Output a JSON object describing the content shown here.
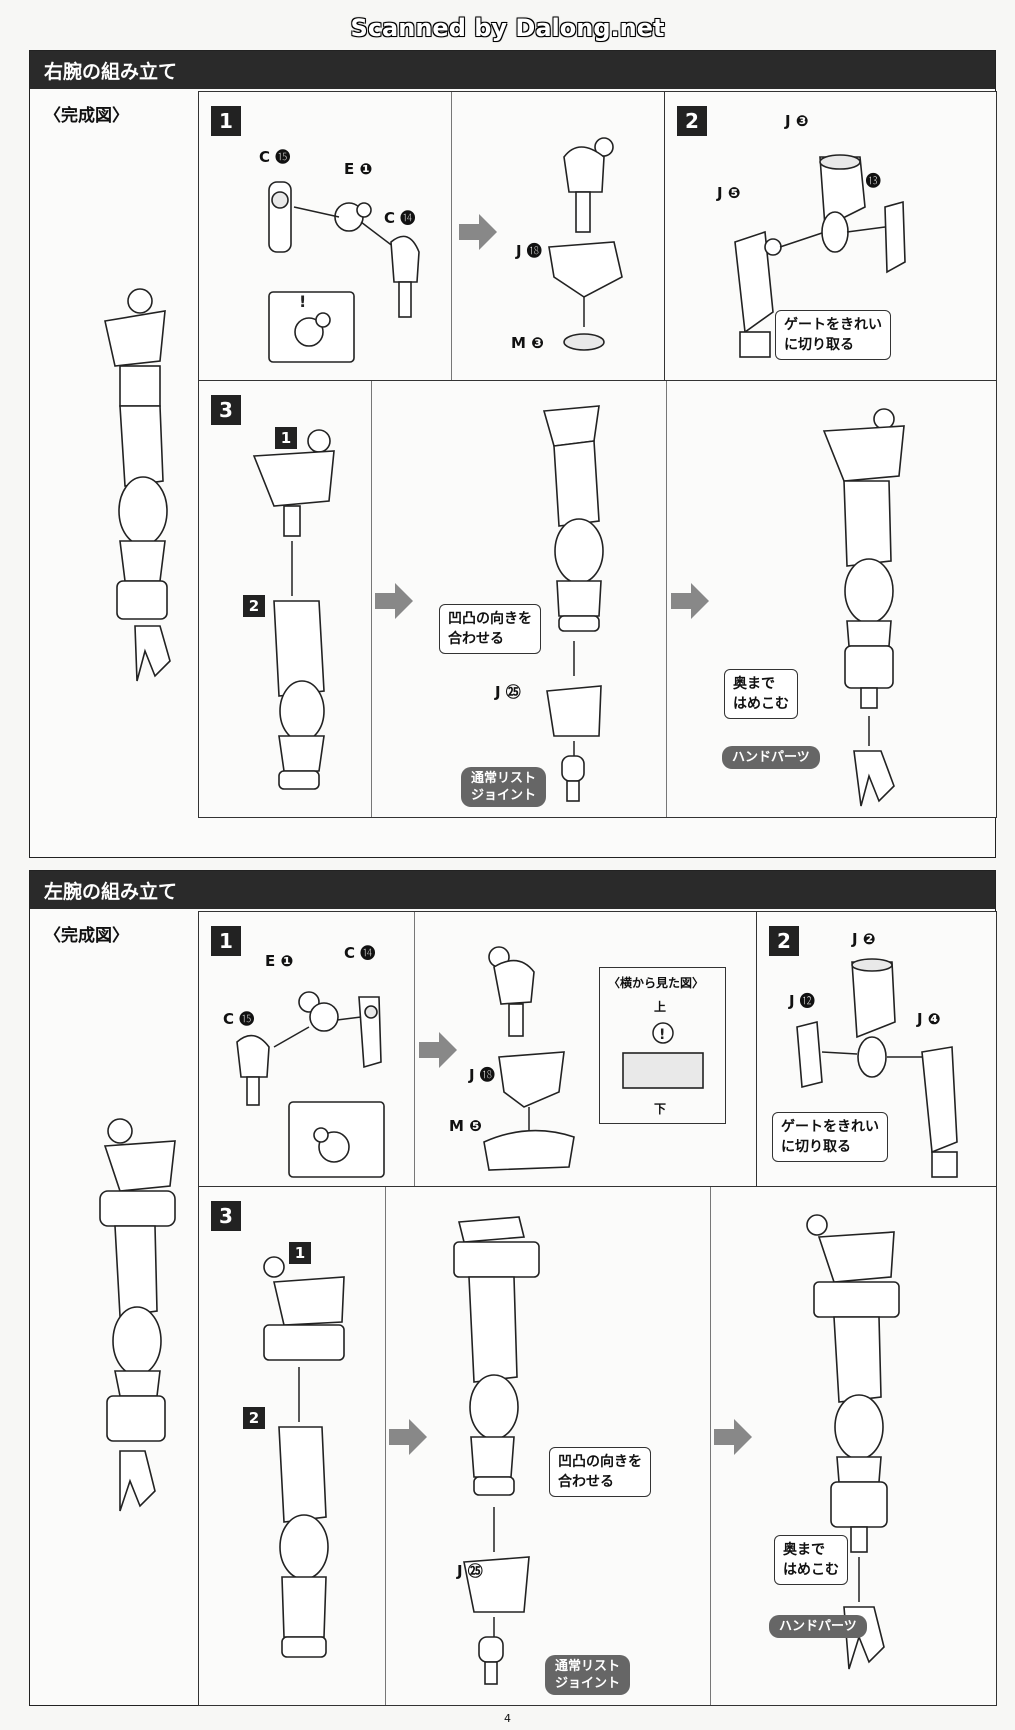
{
  "watermark": "Scanned by Dalong.net",
  "page_number": "4",
  "right_arm": {
    "title": "右腕の組み立て",
    "complete_label": "〈完成図〉",
    "step1": {
      "num": "1",
      "c15": "C ⓯",
      "e1": "E ❶",
      "c14": "C ⓮",
      "j18": "J ⓲",
      "m3": "M ❸"
    },
    "step2": {
      "num": "2",
      "j3": "J ❸",
      "j5": "J ❺",
      "j13": "J ⓭",
      "gate_note": "ゲートをきれい\nに切り取る"
    },
    "step3": {
      "num": "3",
      "sub1": "1",
      "sub2": "2",
      "align_note": "凹凸の向きを\n合わせる",
      "j25": "J ㉕",
      "wrist_joint": "通常リスト\nジョイント",
      "insert_note": "奥まで\nはめこむ",
      "hand_parts": "ハンドパーツ"
    }
  },
  "left_arm": {
    "title": "左腕の組み立て",
    "complete_label": "〈完成図〉",
    "step1": {
      "num": "1",
      "e1": "E ❶",
      "c14": "C ⓮",
      "c15": "C ⓯",
      "j18": "J ⓲",
      "m5": "M ❺",
      "side_view": "〈横から見た図〉",
      "top": "上",
      "bottom": "下"
    },
    "step2": {
      "num": "2",
      "j2": "J ❷",
      "j12": "J ⓬",
      "j4": "J ❹",
      "gate_note": "ゲートをきれい\nに切り取る"
    },
    "step3": {
      "num": "3",
      "sub1": "1",
      "sub2": "2",
      "align_note": "凹凸の向きを\n合わせる",
      "j25": "J ㉕",
      "wrist_joint": "通常リスト\nジョイント",
      "insert_note": "奥まで\nはめこむ",
      "hand_parts": "ハンドパーツ"
    }
  }
}
